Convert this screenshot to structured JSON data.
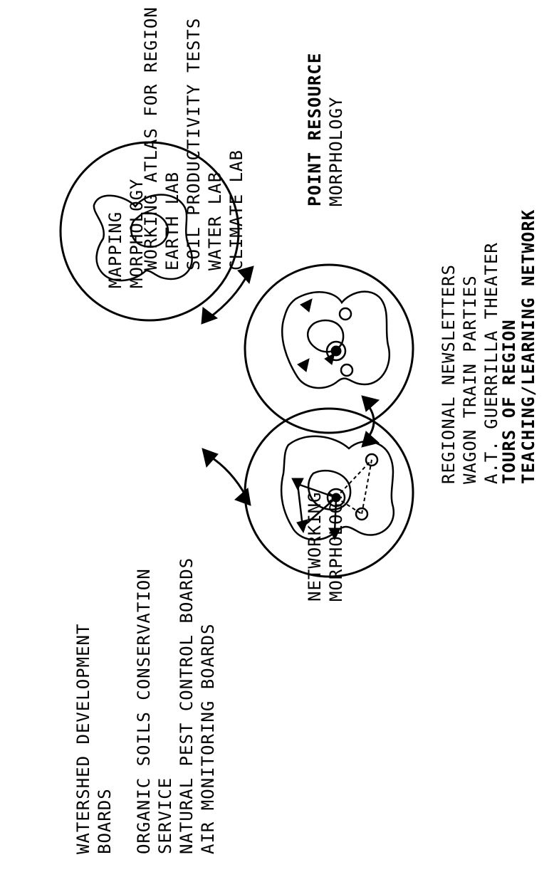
{
  "nodes": {
    "mapping": {
      "label_line1": "MAPPING",
      "label_line2": "MORPHOLOGY",
      "items": [
        "WORKING ATLAS FOR REGION",
        "EARTH LAB",
        "SOIL PRODUCTIVITY TESTS",
        "WATER LAB",
        "CLIMATE LAB"
      ]
    },
    "point_resource": {
      "label_line1": "POINT RESOURCE",
      "label_line2": "MORPHOLOGY",
      "items": [
        "REGIONAL NEWSLETTERS",
        "WAGON TRAIN PARTIES",
        "A.T. GUERRILLA THEATER",
        "TOURS OF REGION",
        "TEACHING/LEARNING NETWORK"
      ]
    },
    "networking": {
      "label_line1": "NETWORKING",
      "label_line2": "MORPHOLOGY",
      "items": [
        "WATERSHED DEVELOPMENT",
        "BOARDS",
        "ORGANIC SOILS CONSERVATION",
        "SERVICE",
        "NATURAL PEST CONTROL BOARDS",
        "AIR MONITORING BOARDS"
      ]
    }
  }
}
